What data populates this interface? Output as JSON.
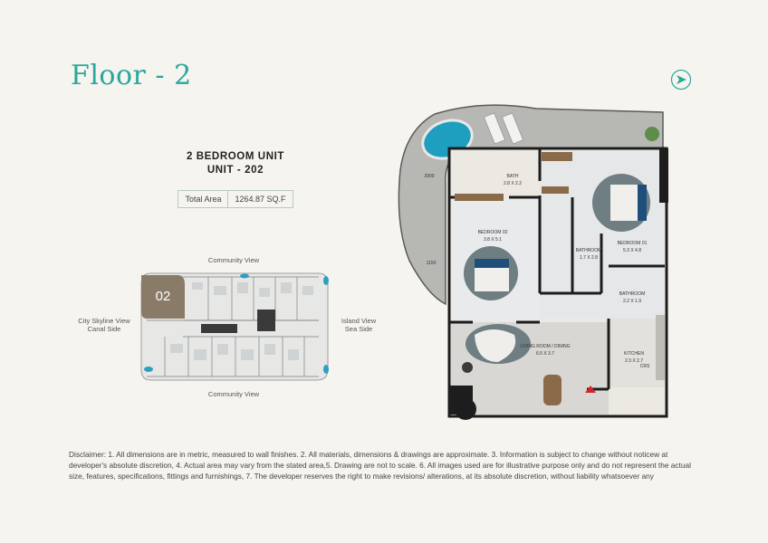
{
  "header": {
    "floor_title": "Floor - 2",
    "compass_icon": "north-arrow-icon"
  },
  "unit": {
    "type": "2 BEDROOM UNIT",
    "number": "UNIT - 202",
    "area_label": "Total Area",
    "area_value": "1264.87 SQ.F"
  },
  "key_plan": {
    "highlight": "02",
    "views": {
      "top": "Community View",
      "bottom": "Community View",
      "left_line1": "City Skyline View",
      "left_line2": "Canal Side",
      "right_line1": "Island View",
      "right_line2": "Sea Side"
    }
  },
  "floor_plan": {
    "rooms": [
      {
        "name": "BATH",
        "dims": "2.8 X 2.2"
      },
      {
        "name": "BEDROOM 02",
        "dims": "3.8 X 5.1"
      },
      {
        "name": "BATHROOM",
        "dims": "1.7 X 2.8"
      },
      {
        "name": "BEDROOM 01",
        "dims": "5.3 X 4.8"
      },
      {
        "name": "BATHROOM",
        "dims": "2.2 X 1.9"
      },
      {
        "name": "LIVING ROOM / DINING",
        "dims": "6.5 X 3.7"
      },
      {
        "name": "KITCHEN",
        "dims": "2.3 X 2.7"
      }
    ],
    "marks": [
      "2900",
      "1150",
      "CRS"
    ]
  },
  "colors": {
    "accent": "#2aa79b",
    "highlight_unit": "#8a7b68",
    "entry_arrow": "#d8222a",
    "pool": "#1f9fc0"
  },
  "disclaimer": "Disclaimer: 1. All dimensions are in metric, measured to wall finishes. 2. All materials, dimensions & drawings are approximate. 3. Information is subject to change without noticew at developer's absolute discretion, 4. Actual area may vary from the stated area,5. Drawing are not to scale. 6. All images used are for illustrative purpose only and do not represent the actual size, features, specifications, fittings and furnishings, 7. The developer reserves the right to make revisions/ alterations, at its absolute discretion, without liability whatsoever any"
}
